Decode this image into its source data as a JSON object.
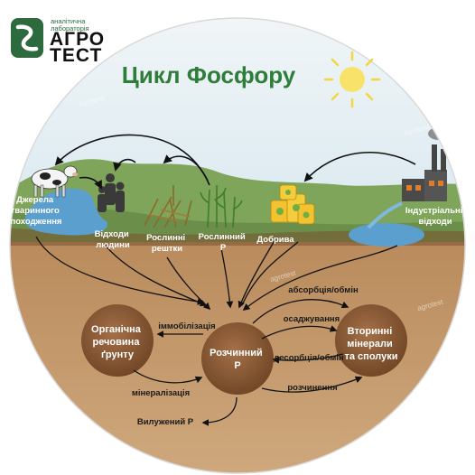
{
  "logo": {
    "line1": "аналітична",
    "line2": "лабораторія",
    "brand1": "АГРО",
    "brand2": "ТЕСТ",
    "color": "#2d6a3e"
  },
  "title": "Цикл Фосфору",
  "watermark": "agrotest",
  "sources": {
    "animal": [
      "Джерела",
      "тваринного",
      "походження"
    ],
    "human": [
      "Відходи",
      "людини"
    ],
    "residue": [
      "Рослинні",
      "рештки"
    ],
    "plant": [
      "Рослинний",
      "Р"
    ],
    "fertilizer": [
      "Добрива"
    ],
    "industrial": [
      "Індустріальні",
      "відходи"
    ]
  },
  "circles": {
    "organic": [
      "Органічна",
      "речовина",
      "ґрунту"
    ],
    "soluble": [
      "Розчинний",
      "Р"
    ],
    "secondary": [
      "Вторинні",
      "мінерали",
      "та сполуки"
    ]
  },
  "processes": {
    "immobilization": "іммобілізація",
    "mineralization": "мінералізація",
    "absorption": "абсорбція/обмін",
    "precipitation": "осаджування",
    "desorption": "десорбція/обмін",
    "dissolution": "розчинення",
    "leached": "Вилужений  Р"
  },
  "colors": {
    "sky": "#cfe3ee",
    "grass": "#7fa35a",
    "soil": "#c49a6c",
    "water": "#5b9fcf",
    "circle": "#8a5a34",
    "title": "#2e7d3a"
  }
}
